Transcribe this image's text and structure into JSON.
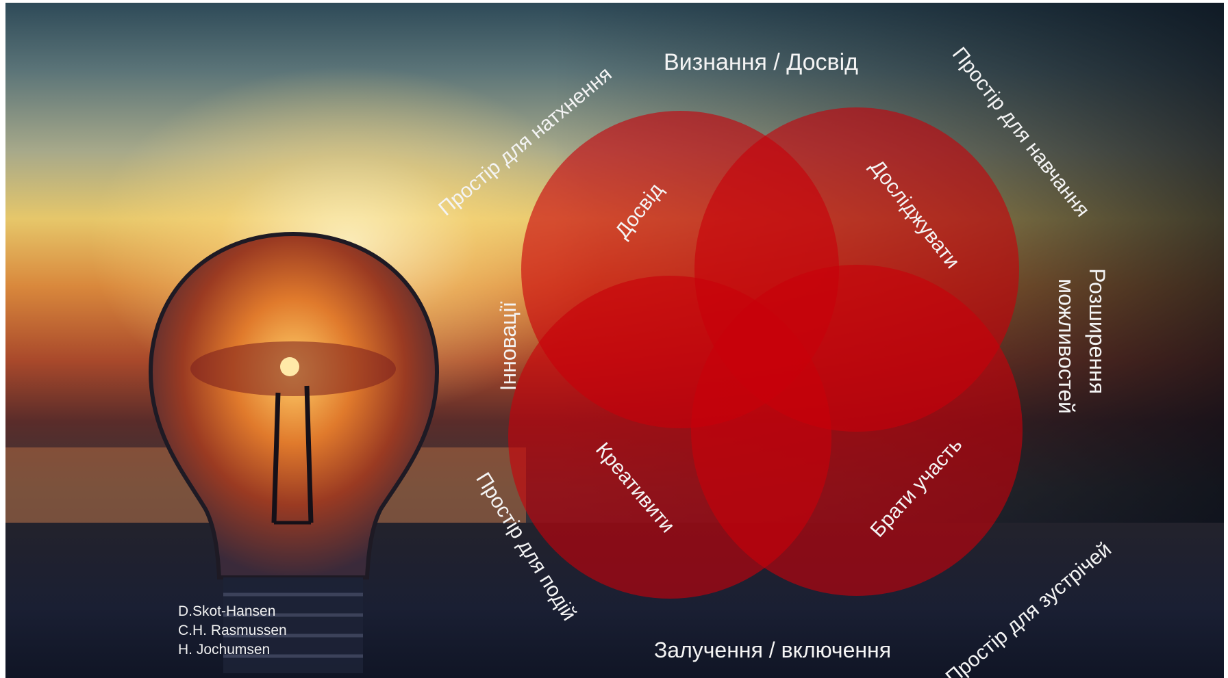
{
  "diagram": {
    "outer_labels": {
      "recognition": "Визнання / Досвід",
      "inspiration_space": "Простір для натхнення",
      "learning_space": "Простір для навчання",
      "empowerment_line1": "Розширення",
      "empowerment_line2": "можливостей",
      "innovation": "Інновації",
      "events_space": "Простір для подій",
      "involvement": "Залучення / включення",
      "meeting_space": "Простір для зустрічей"
    },
    "circle_labels": {
      "experience": "Досвід",
      "explore": "Досліджувати",
      "creativity": "Креативити",
      "participate": "Брати участь"
    },
    "circle_color": "#c8000a"
  },
  "credits": [
    "D.Skot-Hansen",
    "C.H. Rasmussen",
    "H. Jochumsen"
  ]
}
